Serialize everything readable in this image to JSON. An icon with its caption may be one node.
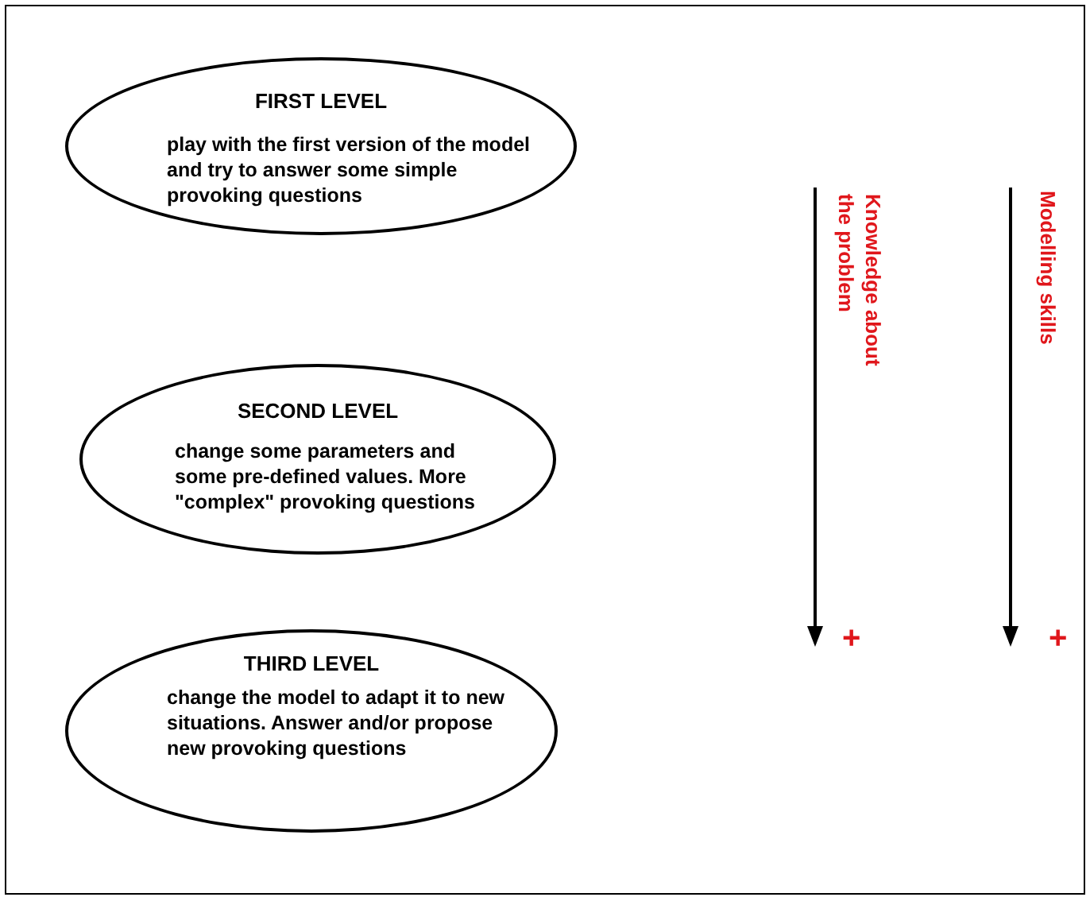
{
  "diagram": {
    "nodes": [
      {
        "text": [
          "FIRST LEVEL",
          "play with the first version of the model and try to answer some simple provoking questions"
        ]
      },
      {
        "text": [
          "SECOND LEVEL",
          "change some parameters and some pre-defined values. More \"complex\" provoking questions"
        ]
      },
      {
        "text": [
          "THIRD LEVEL",
          "change the model to adapt it to new situations. Answer and/or propose new provoking questions"
        ]
      }
    ],
    "labels": [
      "Knowledge about the problem",
      "+",
      "Modelling skills",
      "+"
    ]
  }
}
